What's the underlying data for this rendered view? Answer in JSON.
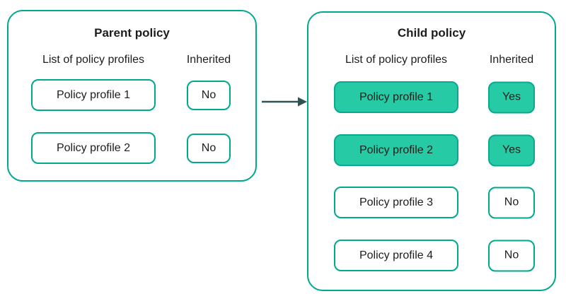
{
  "diagram": {
    "description": "Policy profile inheritance from parent policy to child policy",
    "colors": {
      "outline_green": "#00a88e",
      "highlight_fill": "#26cba6",
      "text": "#1d1d1b",
      "arrow": "#2f5252",
      "background": "#ffffff"
    }
  },
  "arrow": {
    "direction": "right",
    "from": "parent-policy-panel",
    "to": "child-policy-panel"
  },
  "parent_panel": {
    "title": "Parent policy",
    "profiles_header": "List of policy profiles",
    "inherited_header": "Inherited",
    "rows": [
      {
        "label": "Policy profile 1",
        "inherited": "No",
        "highlighted": false
      },
      {
        "label": "Policy profile 2",
        "inherited": "No",
        "highlighted": false
      }
    ]
  },
  "child_panel": {
    "title": "Child policy",
    "profiles_header": "List of policy profiles",
    "inherited_header": "Inherited",
    "rows": [
      {
        "label": "Policy profile 1",
        "inherited": "Yes",
        "highlighted": true
      },
      {
        "label": "Policy profile 2",
        "inherited": "Yes",
        "highlighted": true
      },
      {
        "label": "Policy profile 3",
        "inherited": "No",
        "highlighted": false
      },
      {
        "label": "Policy profile 4",
        "inherited": "No",
        "highlighted": false
      }
    ]
  }
}
